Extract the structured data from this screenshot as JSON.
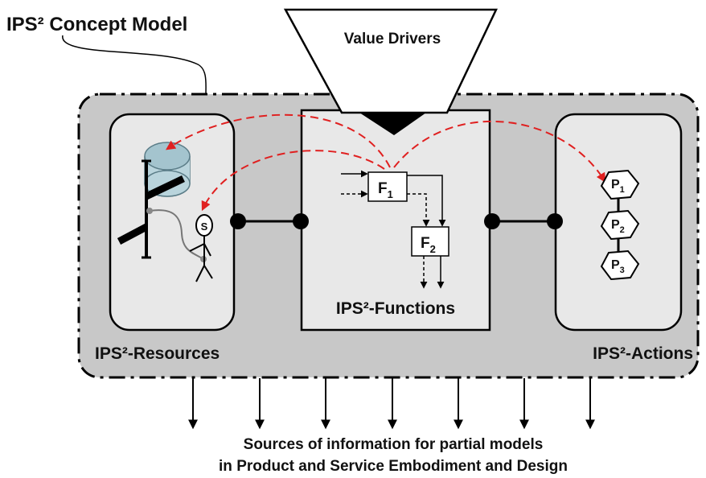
{
  "title": "IPS² Concept Model",
  "value_drivers": "Value Drivers",
  "resources_label": "IPS²-Resources",
  "functions_label": "IPS²-Functions",
  "actions_label": "IPS²-Actions",
  "functions": [
    {
      "letter": "F",
      "sub": "1"
    },
    {
      "letter": "F",
      "sub": "2"
    }
  ],
  "processes": [
    {
      "letter": "P",
      "sub": "1"
    },
    {
      "letter": "P",
      "sub": "2"
    },
    {
      "letter": "P",
      "sub": "3"
    }
  ],
  "person_mark": "S",
  "footer": {
    "line1": "Sources of information for partial models",
    "line2": "in Product and Service Embodiment and Design"
  },
  "colors": {
    "container_fill": "#c8c8c8",
    "panel_fill": "#e8e8e8",
    "relation_arrow": "#e02020",
    "cylinder": "#b9d4dc"
  }
}
